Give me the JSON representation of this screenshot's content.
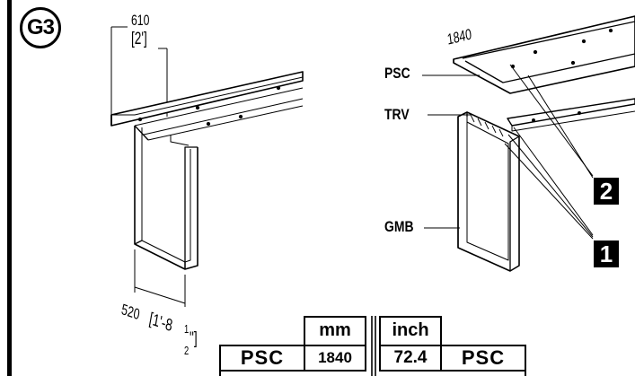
{
  "step": {
    "label": "G3"
  },
  "parts": {
    "psc": "PSC",
    "trv": "TRV",
    "gmb": "GMB"
  },
  "dimensions": {
    "top_length": "1840",
    "leg_depth_mm": "610",
    "leg_depth_ft": "[2']",
    "width_mm": "520",
    "width_imperial": "[1'-8",
    "width_fraction_num": "1",
    "width_fraction_den": "2",
    "width_close": "\"]"
  },
  "callouts": {
    "one": "1",
    "two": "2"
  },
  "table": {
    "headers": [
      "mm",
      "inch"
    ],
    "row": {
      "part_left": "PSC",
      "mm": "1840",
      "inch": "72.4",
      "part_right": "PSC"
    }
  }
}
